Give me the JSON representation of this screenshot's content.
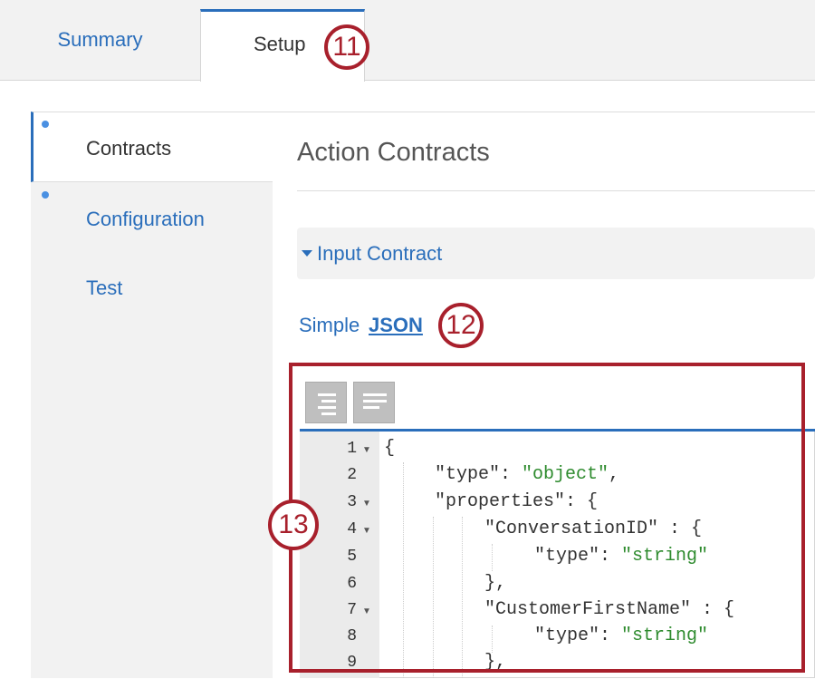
{
  "tabs": {
    "summary_label": "Summary",
    "setup_label": "Setup"
  },
  "callouts": {
    "c11": "11",
    "c12": "12",
    "c13": "13"
  },
  "sidebar": {
    "items": [
      {
        "label": "Contracts",
        "state": "active"
      },
      {
        "label": "Configuration"
      },
      {
        "label": "Test"
      }
    ]
  },
  "main": {
    "title": "Action Contracts",
    "section_label": "Input Contract",
    "format_simple": "Simple",
    "format_json": "JSON"
  },
  "editor": {
    "toolbar": [
      "format-icon",
      "compact-icon"
    ],
    "lines": [
      {
        "num": "1",
        "fold": true
      },
      {
        "num": "2",
        "fold": false
      },
      {
        "num": "3",
        "fold": true
      },
      {
        "num": "4",
        "fold": true
      },
      {
        "num": "5",
        "fold": false
      },
      {
        "num": "6",
        "fold": false
      },
      {
        "num": "7",
        "fold": true
      },
      {
        "num": "8",
        "fold": false
      },
      {
        "num": "9",
        "fold": false
      }
    ],
    "tokens": {
      "l1_open": "{",
      "l2_key": "\"type\"",
      "l2_colon": ": ",
      "l2_val": "\"object\"",
      "l2_comma": ",",
      "l3_key": "\"properties\"",
      "l3_rest": ": {",
      "l4_key": "\"ConversationID\"",
      "l4_rest": " : {",
      "l5_key": "\"type\"",
      "l5_colon": ": ",
      "l5_val": "\"string\"",
      "l6_close": "},",
      "l7_key": "\"CustomerFirstName\"",
      "l7_rest": " : {",
      "l8_key": "\"type\"",
      "l8_colon": ": ",
      "l8_val": "\"string\"",
      "l9_close": "},"
    }
  },
  "colors": {
    "accent": "#2a6ebb",
    "callout": "#a8202c",
    "string": "#2e8b2e"
  }
}
